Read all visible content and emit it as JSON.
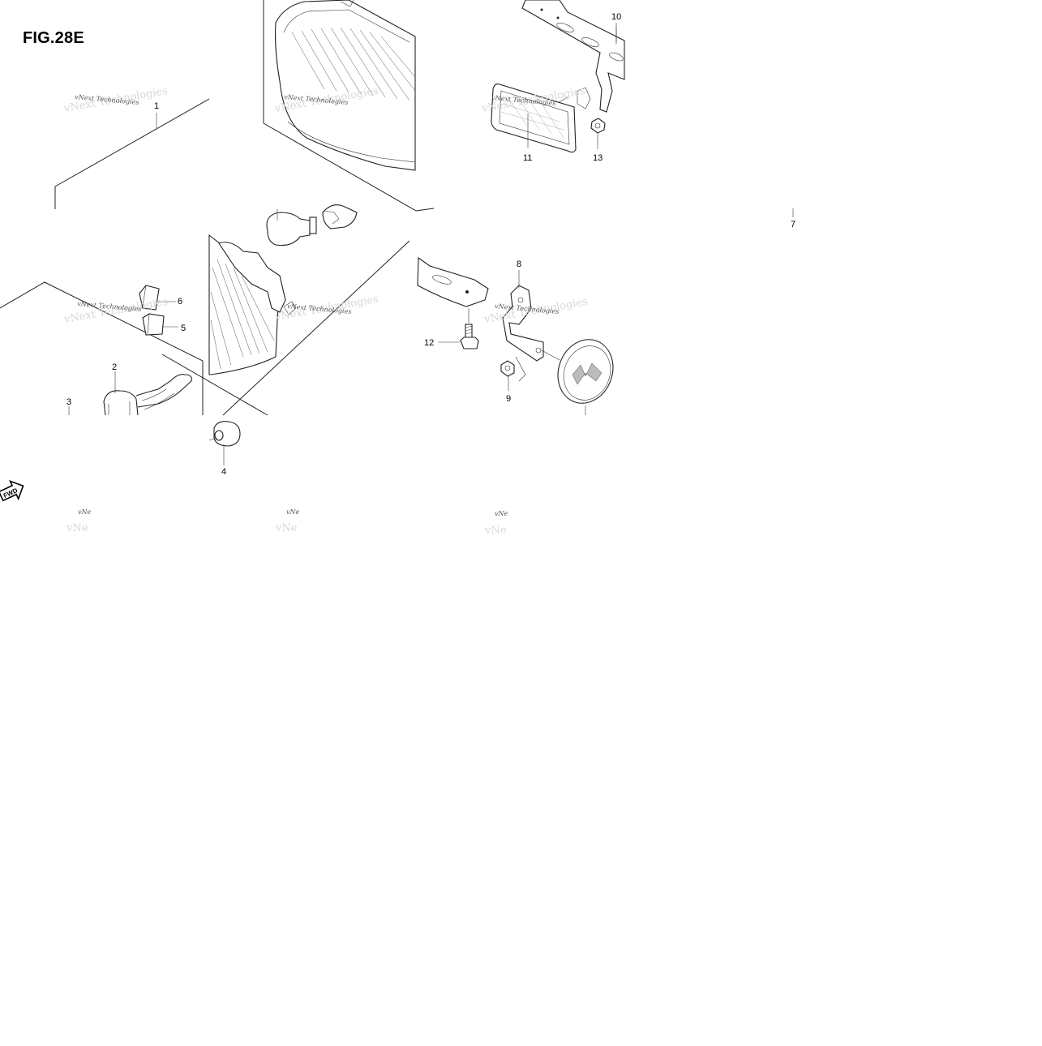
{
  "figure": {
    "title": "FIG.28E"
  },
  "callouts": [
    {
      "id": "1",
      "label": "1"
    },
    {
      "id": "2",
      "label": "2"
    },
    {
      "id": "3",
      "label": "3"
    },
    {
      "id": "4",
      "label": "4"
    },
    {
      "id": "5",
      "label": "5"
    },
    {
      "id": "6",
      "label": "6"
    },
    {
      "id": "7",
      "label": "7"
    },
    {
      "id": "8",
      "label": "8"
    },
    {
      "id": "9",
      "label": "9"
    },
    {
      "id": "10",
      "label": "10"
    },
    {
      "id": "11",
      "label": "11"
    },
    {
      "id": "12",
      "label": "12"
    },
    {
      "id": "13",
      "label": "13"
    }
  ],
  "watermark": {
    "line1": "vNext Technologies",
    "line2": "vNext Technologies",
    "partial1": "vNe",
    "partial2": "vNe"
  },
  "fwd_label": "FWD"
}
